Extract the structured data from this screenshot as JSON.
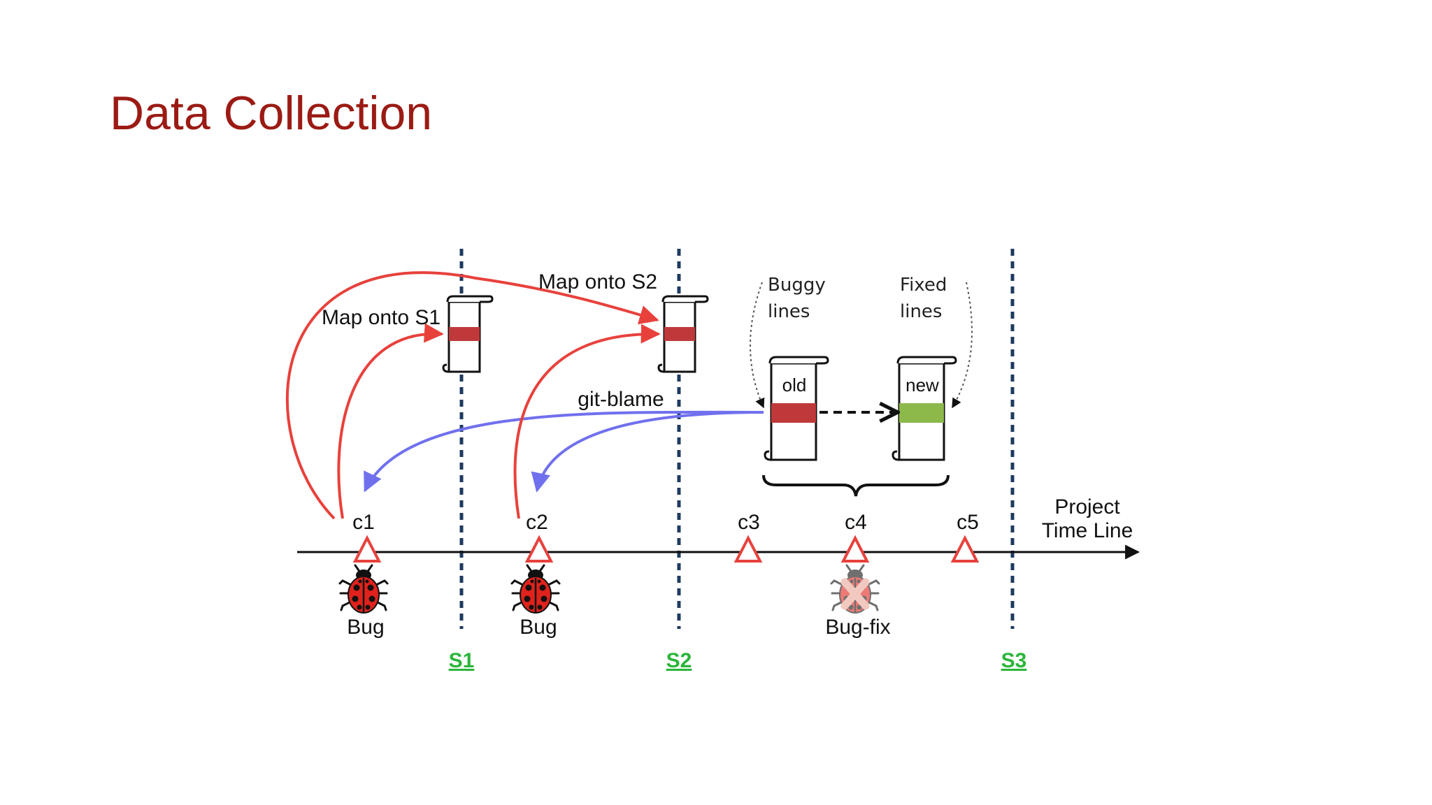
{
  "title": "Data Collection",
  "diagram": {
    "map_s1": "Map onto S1",
    "map_s2": "Map onto S2",
    "git_blame": "git-blame",
    "buggy_lines_1": "Buggy",
    "buggy_lines_2": "lines",
    "fixed_lines_1": "Fixed",
    "fixed_lines_2": "lines",
    "old_label": "old",
    "new_label": "new",
    "timeline_1": "Project",
    "timeline_2": "Time Line",
    "commits": [
      "c1",
      "c2",
      "c3",
      "c4",
      "c5"
    ],
    "bug_1": "Bug",
    "bug_2": "Bug",
    "bug_fix": "Bug-fix",
    "snapshots": [
      "S1",
      "S2",
      "S3"
    ]
  },
  "colors": {
    "title": "#9b1b14",
    "map_arrow": "#e8413c",
    "blame_arrow": "#7070ee",
    "buggy_bar": "#c0393a",
    "fixed_bar": "#8db84a",
    "snapshot_label": "#2bb53a",
    "dashed_line": "#1f3a5f"
  }
}
